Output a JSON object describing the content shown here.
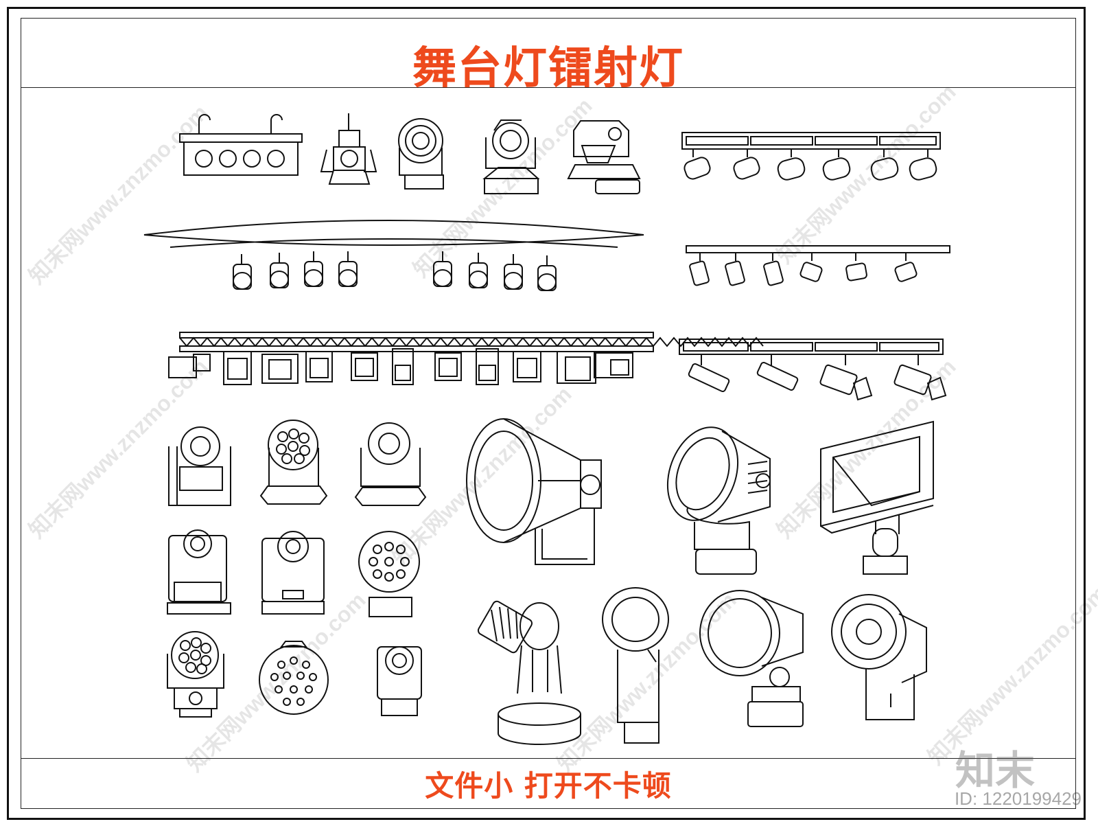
{
  "title": "舞台灯镭射灯",
  "subtitle": "文件小    打开不卡顿",
  "logo": "知末",
  "id_label": "ID: 1220199429",
  "watermark": "知末网www.znzmo.com",
  "colors": {
    "accent": "#ee4a1d",
    "line": "#111111"
  },
  "fixtures": [
    "led-bar-light-icon",
    "profile-spot-light-icon",
    "led-wash-moving-head-icon",
    "beam-moving-head-icon",
    "scanner-light-icon",
    "track-spotlight-row-icon",
    "curved-truss-spotlights-icon",
    "track-cylinder-spot-row-icon",
    "truss-par-cans-icon",
    "track-theatre-spot-row-icon",
    "moving-head-grid-icon",
    "searchlight-icon",
    "outdoor-floodlight-icon",
    "rectangular-floodlight-icon",
    "garden-spot-icons"
  ]
}
